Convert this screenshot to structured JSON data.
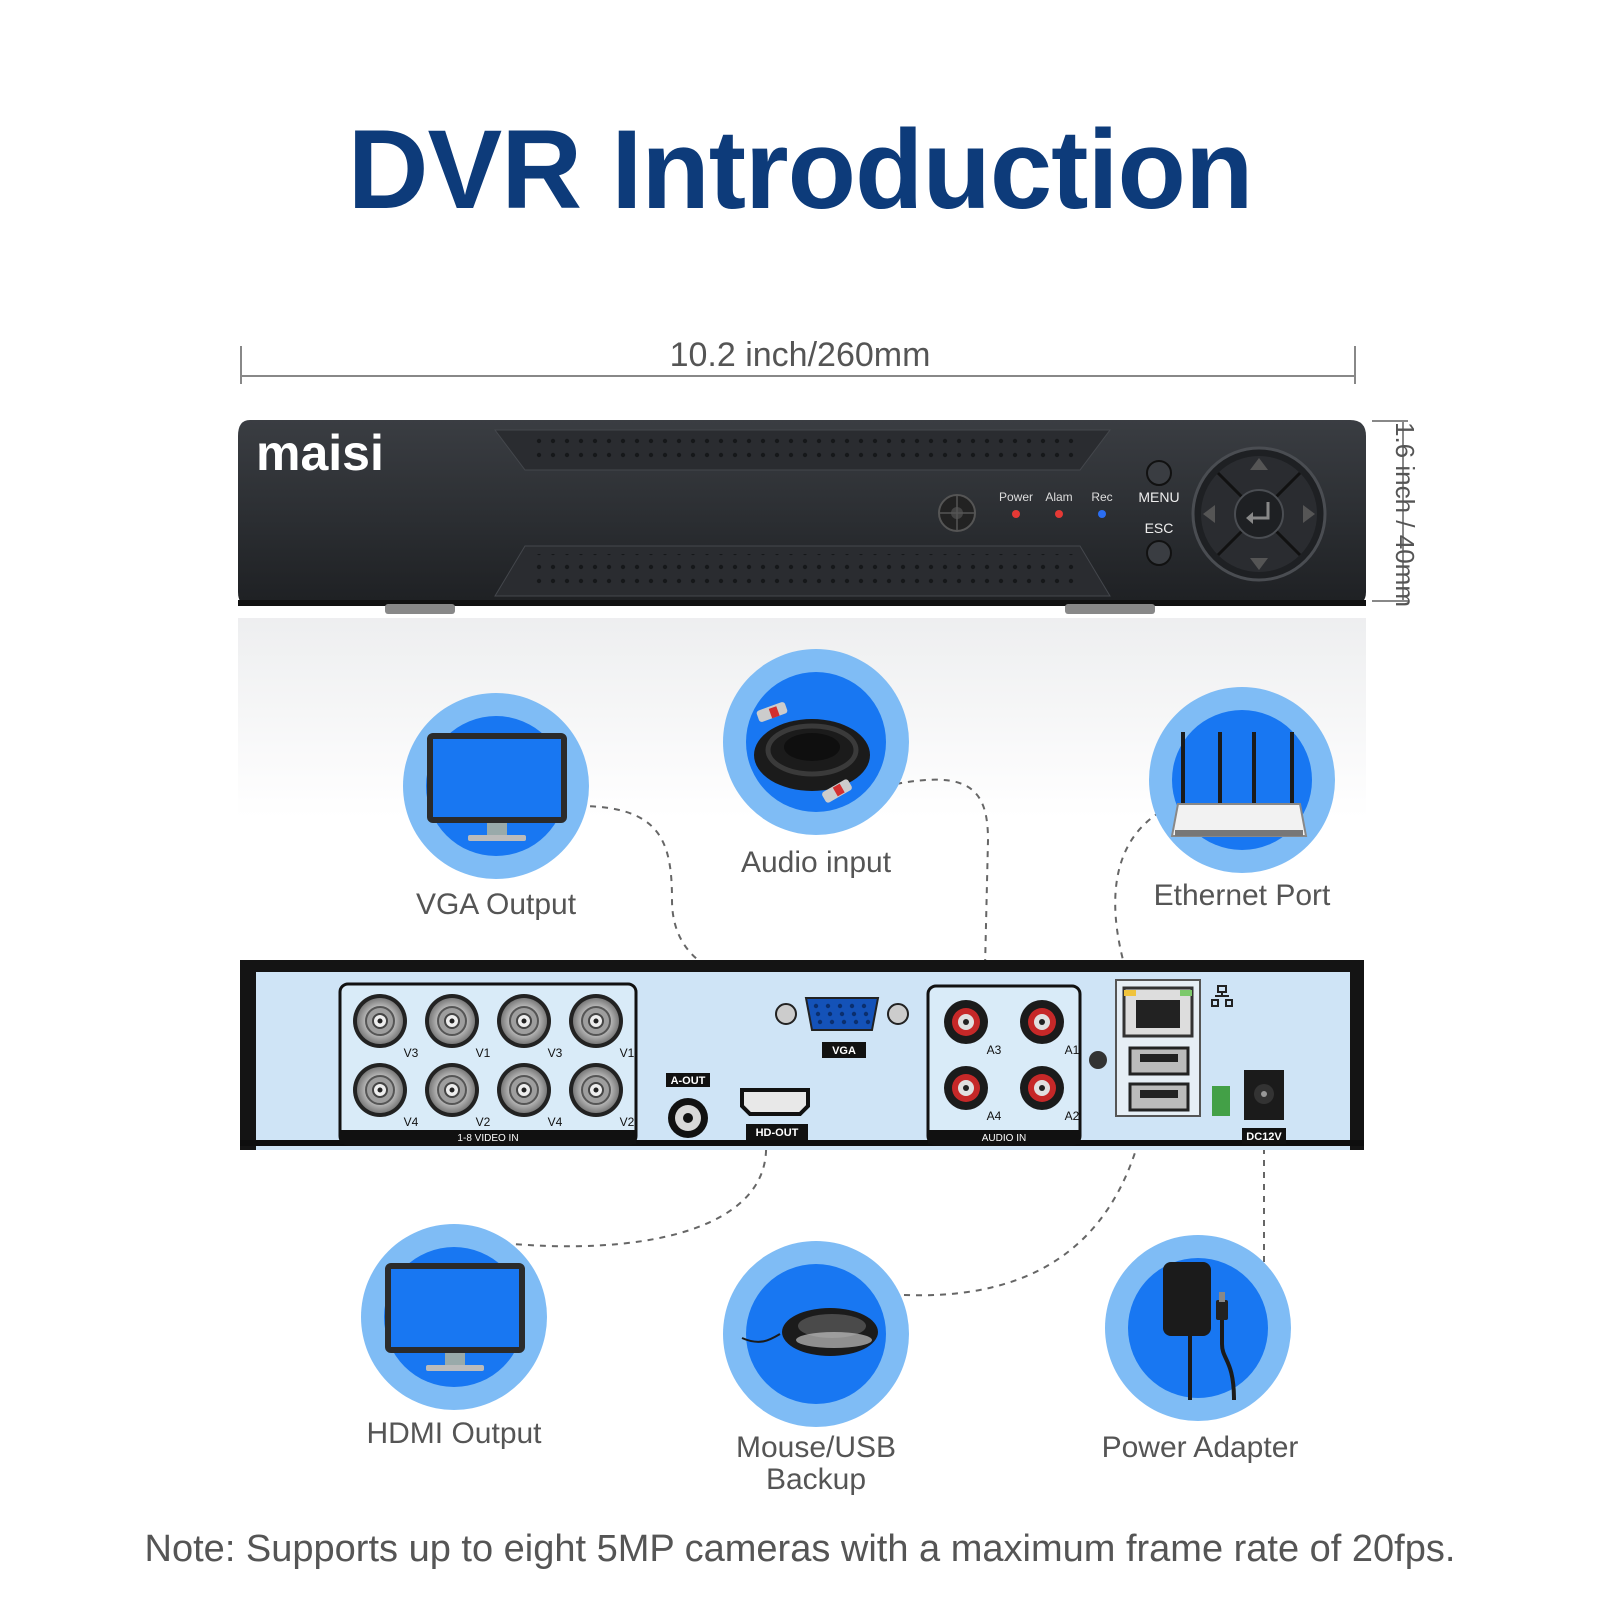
{
  "title": "DVR Introduction",
  "dimensions": {
    "width": "10.2 inch/260mm",
    "height": "1.6 inch / 40mm"
  },
  "front_panel": {
    "brand": "maisi",
    "leds": {
      "power": "Power",
      "alarm": "Alam",
      "rec": "Rec"
    },
    "buttons": {
      "menu": "MENU",
      "esc": "ESC"
    }
  },
  "features": {
    "vga_output": "VGA Output",
    "audio_input": "Audio input",
    "ethernet_port": "Ethernet Port",
    "hdmi_output": "HDMI Output",
    "mouse_usb_line1": "Mouse/USB",
    "mouse_usb_line2": "Backup",
    "power_adapter": "Power Adapter"
  },
  "rear_panel": {
    "video_in_label": "1-8  VIDEO IN",
    "bnc_labels_top": [
      "V3",
      "V1",
      "V3",
      "V1"
    ],
    "bnc_labels_bottom": [
      "V4",
      "V2",
      "V4",
      "V2"
    ],
    "a_out": "A-OUT",
    "vga": "VGA",
    "hd_out": "HD-OUT",
    "audio_in_label": "AUDIO IN",
    "audio_labels": [
      "A3",
      "A1",
      "A4",
      "A2"
    ],
    "dc": "DC12V"
  },
  "note": "Note: Supports up to eight 5MP cameras with a maximum frame rate of 20fps.",
  "colors": {
    "title": "#0d3b7a",
    "circle_outer": "#7fbcf5",
    "circle_inner": "#1877f2",
    "rear_panel": "#cfe4f6"
  }
}
